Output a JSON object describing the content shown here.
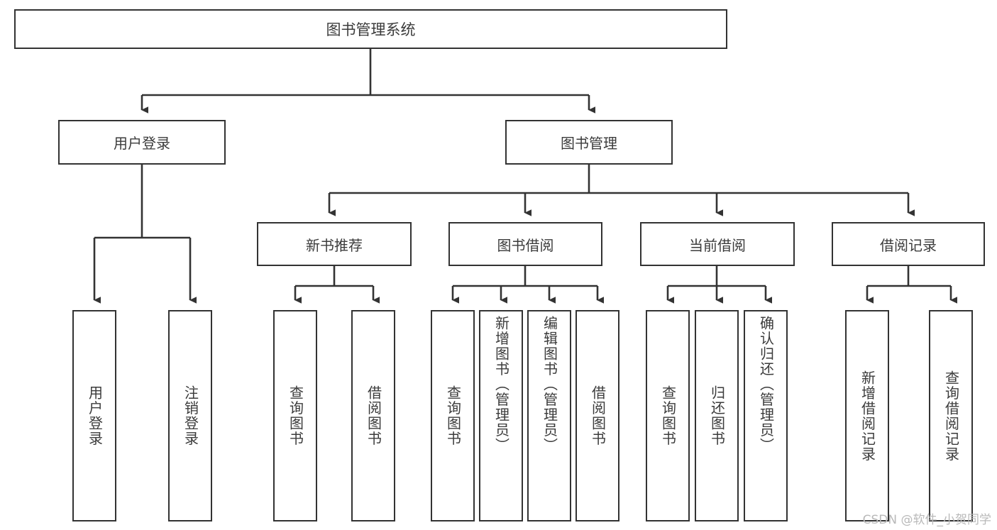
{
  "diagram": {
    "title": "图书管理系统",
    "watermark": "CSDN @软件_小贺同学",
    "line_color": "#333333",
    "text_color": "#3b3b3b",
    "background": "#ffffff",
    "root": {
      "label": "图书管理系统"
    },
    "level2": [
      {
        "label": "用户登录"
      },
      {
        "label": "图书管理"
      }
    ],
    "level3": [
      {
        "label": "新书推荐"
      },
      {
        "label": "图书借阅"
      },
      {
        "label": "当前借阅"
      },
      {
        "label": "借阅记录"
      }
    ],
    "leaves": {
      "user_login": [
        {
          "label": "用户登录"
        },
        {
          "label": "注销登录"
        }
      ],
      "new_book_recommend": [
        {
          "label": "查询图书"
        },
        {
          "label": "借阅图书"
        }
      ],
      "book_borrow": [
        {
          "label": "查询图书"
        },
        {
          "label": "新增图书（管理员）"
        },
        {
          "label": "编辑图书（管理员）"
        },
        {
          "label": "借阅图书"
        }
      ],
      "current_borrow": [
        {
          "label": "查询图书"
        },
        {
          "label": "归还图书"
        },
        {
          "label": "确认归还（管理员）"
        }
      ],
      "borrow_record": [
        {
          "label": "新增借阅记录"
        },
        {
          "label": "查询借阅记录"
        }
      ]
    }
  }
}
